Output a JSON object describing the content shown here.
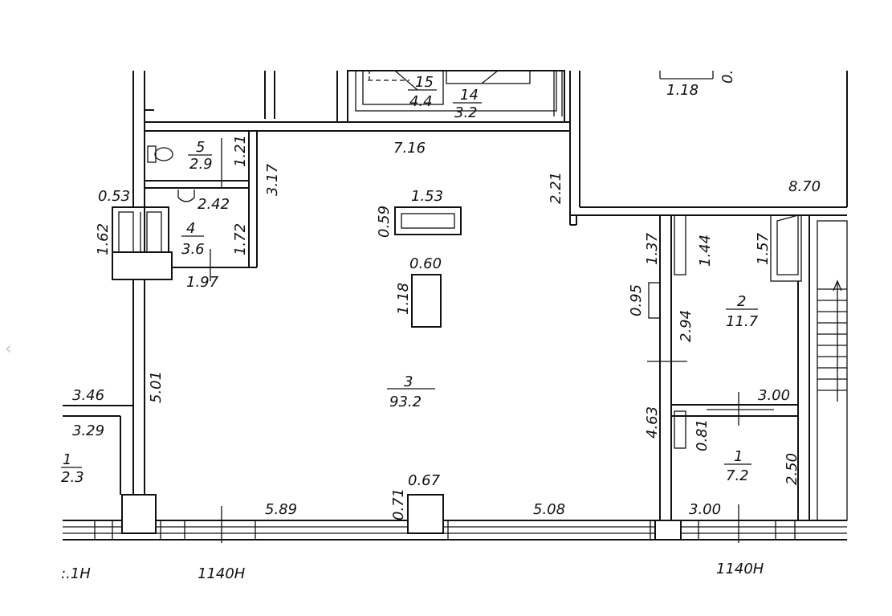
{
  "rooms": [
    {
      "id": "room-1",
      "number": "1",
      "area": "7.2"
    },
    {
      "id": "room-2",
      "number": "2",
      "area": "11.7"
    },
    {
      "id": "room-3",
      "number": "3",
      "area": "93.2"
    },
    {
      "id": "room-4",
      "number": "4",
      "area": "3.6"
    },
    {
      "id": "room-5",
      "number": "5",
      "area": "2.9"
    },
    {
      "id": "room-14",
      "number": "14",
      "area": "3.2"
    },
    {
      "id": "room-15",
      "number": "15",
      "area": "4.4"
    },
    {
      "id": "room-left",
      "number": "1",
      "area": "2.3"
    }
  ],
  "dimensions": [
    {
      "id": "dim-7-16",
      "text": "7.16"
    },
    {
      "id": "dim-8-70",
      "text": "8.70"
    },
    {
      "id": "dim-1-18-top",
      "text": "1.18"
    },
    {
      "id": "dim-0-top",
      "text": "0."
    },
    {
      "id": "dim-1-21",
      "text": "1.21"
    },
    {
      "id": "dim-3-17",
      "text": "3.17"
    },
    {
      "id": "dim-2-42",
      "text": "2.42"
    },
    {
      "id": "dim-0-53",
      "text": "0.53"
    },
    {
      "id": "dim-1-62",
      "text": "1.62"
    },
    {
      "id": "dim-1-72",
      "text": "1.72"
    },
    {
      "id": "dim-1-97",
      "text": "1.97"
    },
    {
      "id": "dim-2-21",
      "text": "2.21"
    },
    {
      "id": "dim-1-53",
      "text": "1.53"
    },
    {
      "id": "dim-0-59",
      "text": "0.59"
    },
    {
      "id": "dim-0-60",
      "text": "0.60"
    },
    {
      "id": "dim-1-18",
      "text": "1.18"
    },
    {
      "id": "dim-1-37",
      "text": "1.37"
    },
    {
      "id": "dim-1-44",
      "text": "1.44"
    },
    {
      "id": "dim-1-57",
      "text": "1.57"
    },
    {
      "id": "dim-0-95",
      "text": "0.95"
    },
    {
      "id": "dim-2-94",
      "text": "2.94"
    },
    {
      "id": "dim-3-00-top",
      "text": "3.00"
    },
    {
      "id": "dim-4-63",
      "text": "4.63"
    },
    {
      "id": "dim-0-81",
      "text": "0.81"
    },
    {
      "id": "dim-2-50",
      "text": "2.50"
    },
    {
      "id": "dim-3-00-bottom",
      "text": "3.00"
    },
    {
      "id": "dim-5-01",
      "text": "5.01"
    },
    {
      "id": "dim-3-46",
      "text": "3.46"
    },
    {
      "id": "dim-3-29",
      "text": "3.29"
    },
    {
      "id": "dim-5-89",
      "text": "5.89"
    },
    {
      "id": "dim-0-71",
      "text": "0.71"
    },
    {
      "id": "dim-0-67",
      "text": "0.67"
    },
    {
      "id": "dim-5-08",
      "text": "5.08"
    }
  ],
  "marks": {
    "height_left_a": ":.1H",
    "height_left_b": "1140H",
    "height_right": "1140H"
  },
  "nav": {
    "prev_arrow": "‹"
  }
}
